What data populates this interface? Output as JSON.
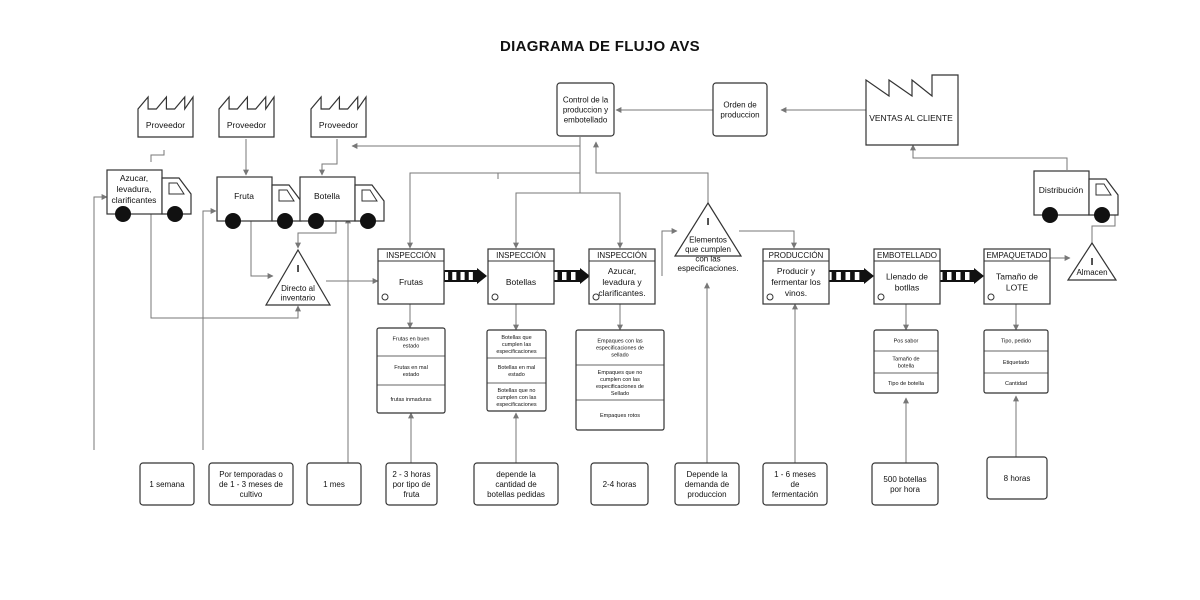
{
  "title": "DIAGRAMA DE FLUJO AVS",
  "control": [
    "Control de la",
    "produccion y",
    "embotellado"
  ],
  "orden": [
    "Orden de",
    "produccion"
  ],
  "cliente": "VENTAS AL CLIENTE",
  "proveedores": [
    "Proveedor",
    "Proveedor",
    "Proveedor"
  ],
  "camiones": {
    "azucar": [
      "Azucar,",
      "levadura,",
      "clarificantes"
    ],
    "fruta": [
      "Fruta"
    ],
    "botella": [
      "Botella"
    ],
    "distribucion": [
      "Distribución"
    ]
  },
  "inventario": [
    "Directo al",
    "inventario"
  ],
  "elementos": [
    "Elementos",
    "que cumplen",
    "con las",
    "especificaciones."
  ],
  "almacen": [
    "Almacen"
  ],
  "procesos": [
    {
      "header": "INSPECCIÓN",
      "body": [
        "Frutas"
      ]
    },
    {
      "header": "INSPECCIÓN",
      "body": [
        "Botellas"
      ]
    },
    {
      "header": "INSPECCIÓN",
      "body": [
        "Azucar,",
        "levadura y",
        "clarificantes."
      ]
    },
    {
      "header": "PRODUCCIÓN",
      "body": [
        "Producir y",
        "fermentar los",
        "vinos."
      ]
    },
    {
      "header": "EMBOTELLADO",
      "body": [
        "Llenado de",
        "botllas"
      ]
    },
    {
      "header": "EMPAQUETADO",
      "body": [
        "Tamaño de",
        "LOTE"
      ]
    }
  ],
  "detalles": [
    [
      [
        "Frutas en buen",
        "estado"
      ],
      [
        "Frutas en mal",
        "estado"
      ],
      [
        "frutas inmaduras"
      ]
    ],
    [
      [
        "Botellas que",
        "cumplen las",
        "especificaciones"
      ],
      [
        "Botellas en mal",
        "estado"
      ],
      [
        "Botellas que no",
        "cumplen con las",
        "especificaciones"
      ]
    ],
    [
      [
        "Empaques con las",
        "especificaciones de",
        "sellado"
      ],
      [
        "Empaques que no",
        "cumplen con las",
        "especificaciones de",
        "Sellado"
      ],
      [
        "Empaques rotos"
      ]
    ],
    [
      [
        "Pos sabor"
      ],
      [
        "Tamaño de",
        "botella"
      ],
      [
        "Tipo de botella"
      ]
    ],
    [
      [
        "Tipo, pedido"
      ],
      [
        "Etiquetado"
      ],
      [
        "Cantidad"
      ]
    ]
  ],
  "tiempos": [
    [
      "1 semana"
    ],
    [
      "Por temporadas o",
      "de 1 - 3 meses de",
      "cultivo"
    ],
    [
      "1 mes"
    ],
    [
      "2 - 3 horas",
      "por tipo de",
      "fruta"
    ],
    [
      "depende la",
      "cantidad de",
      "botellas pedidas"
    ],
    [
      "2-4  horas"
    ],
    [
      "Depende la",
      "demanda de",
      "produccion"
    ],
    [
      "1 - 6 meses",
      "de",
      "fermentación"
    ],
    [
      "500 botellas",
      "por hora"
    ],
    [
      "8 horas"
    ]
  ]
}
